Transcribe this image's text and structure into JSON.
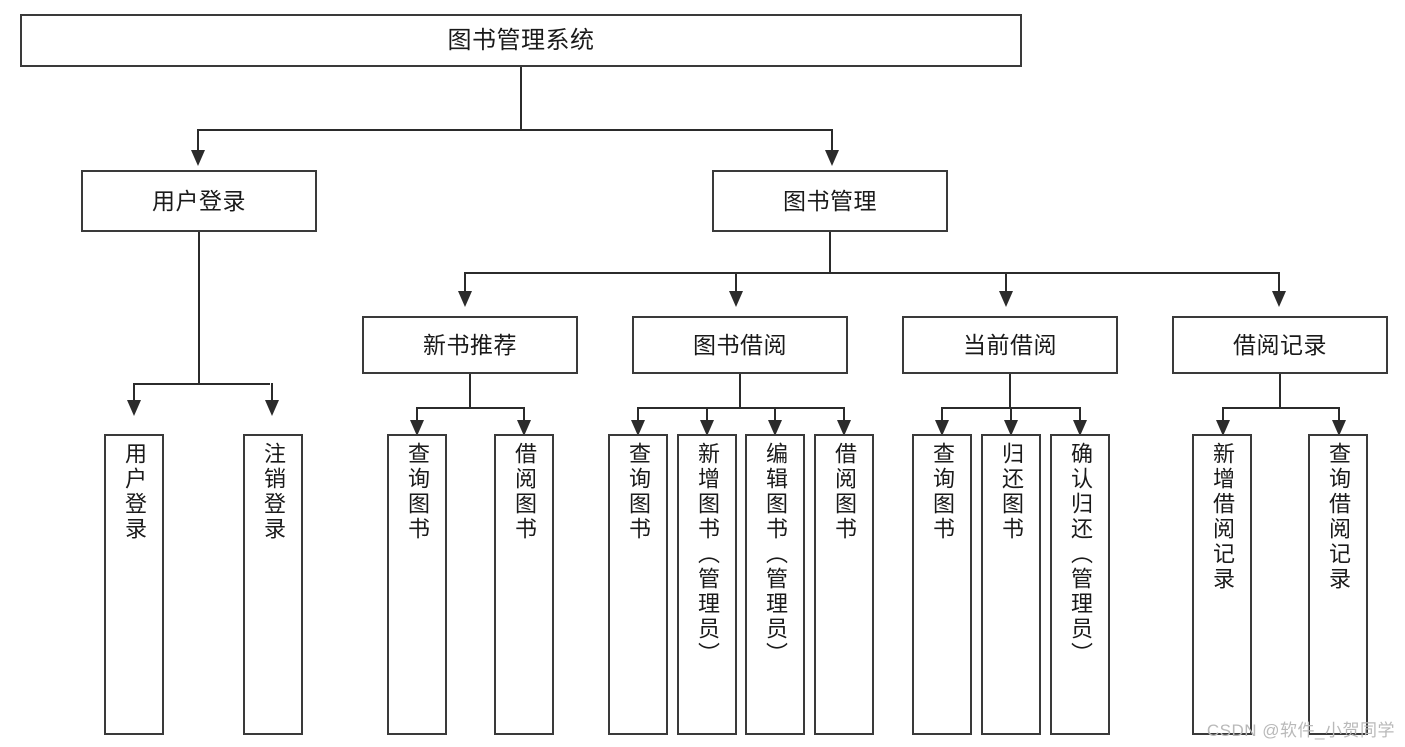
{
  "diagram": {
    "title": "图书管理系统",
    "root": {
      "label": "图书管理系统"
    },
    "level2": [
      {
        "label": "用户登录"
      },
      {
        "label": "图书管理"
      }
    ],
    "level3": [
      {
        "label": "新书推荐"
      },
      {
        "label": "图书借阅"
      },
      {
        "label": "当前借阅"
      },
      {
        "label": "借阅记录"
      }
    ],
    "leaves": {
      "user_login": [
        {
          "label": "用户登录"
        },
        {
          "label": "注销登录"
        }
      ],
      "new_book_recommend": [
        {
          "label": "查询图书"
        },
        {
          "label": "借阅图书"
        }
      ],
      "book_borrow": [
        {
          "label": "查询图书"
        },
        {
          "label": "新增图书（管理员）"
        },
        {
          "label": "编辑图书（管理员）"
        },
        {
          "label": "借阅图书"
        }
      ],
      "current_borrow": [
        {
          "label": "查询图书"
        },
        {
          "label": "归还图书"
        },
        {
          "label": "确认归还（管理员）"
        }
      ],
      "borrow_record": [
        {
          "label": "新增借阅记录"
        },
        {
          "label": "查询借阅记录"
        }
      ]
    }
  },
  "watermark": {
    "text": "CSDN @软件_小贺同学"
  },
  "colors": {
    "box_border": "#3a3a3a",
    "connector": "#2b2b2b",
    "background": "#ffffff",
    "text": "#1a1a1a",
    "watermark": "#b9b9b9"
  }
}
